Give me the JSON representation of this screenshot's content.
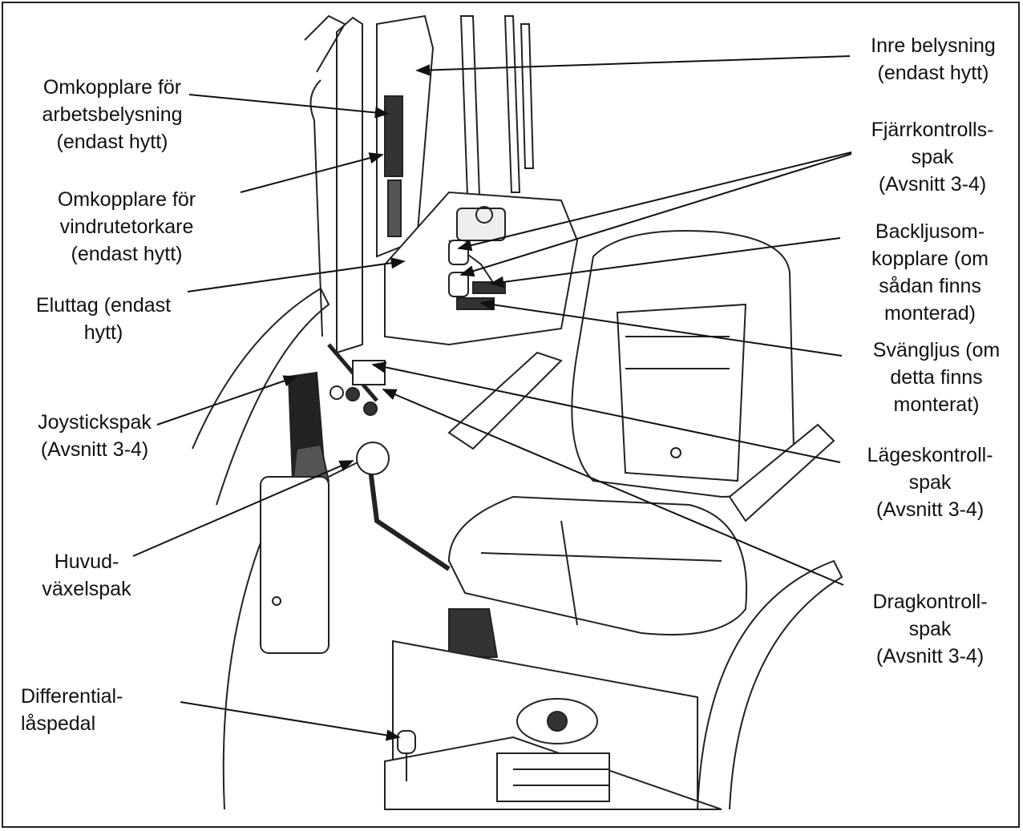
{
  "labels": {
    "inre_belysning": [
      "Inre belysning",
      "(endast hytt)"
    ],
    "arbetsbelysning": [
      "Omkopplare för",
      "arbetsbelysning",
      "(endast hytt)"
    ],
    "fjarrkontroll": [
      "Fjärrkontrolls-",
      "spak",
      "(Avsnitt 3-4)"
    ],
    "vindrutetorkare": [
      "Omkopplare för",
      "vindrutetorkare",
      "(endast hytt)"
    ],
    "backljus": [
      "Backljusom-",
      "kopplare (om",
      "sådan finns",
      "monterad)"
    ],
    "eluttag": [
      "Eluttag (endast",
      "hytt)"
    ],
    "svangljus": [
      "Svängljus (om",
      "detta finns",
      "monterat)"
    ],
    "joystick": [
      "Joystickspak",
      "(Avsnitt 3-4)"
    ],
    "lageskontroll": [
      "Lägeskontroll-",
      "spak",
      "(Avsnitt 3-4)"
    ],
    "huvudvaxel": [
      "Huvud-",
      "växelspak"
    ],
    "dragkontroll": [
      "Dragkontroll-",
      "spak",
      "(Avsnitt 3-4)"
    ],
    "differential": [
      "Differential-",
      "låspedal"
    ]
  },
  "colors": {
    "line": "#111111",
    "fill": "#ffffff",
    "shade": "#dcdcdc"
  }
}
